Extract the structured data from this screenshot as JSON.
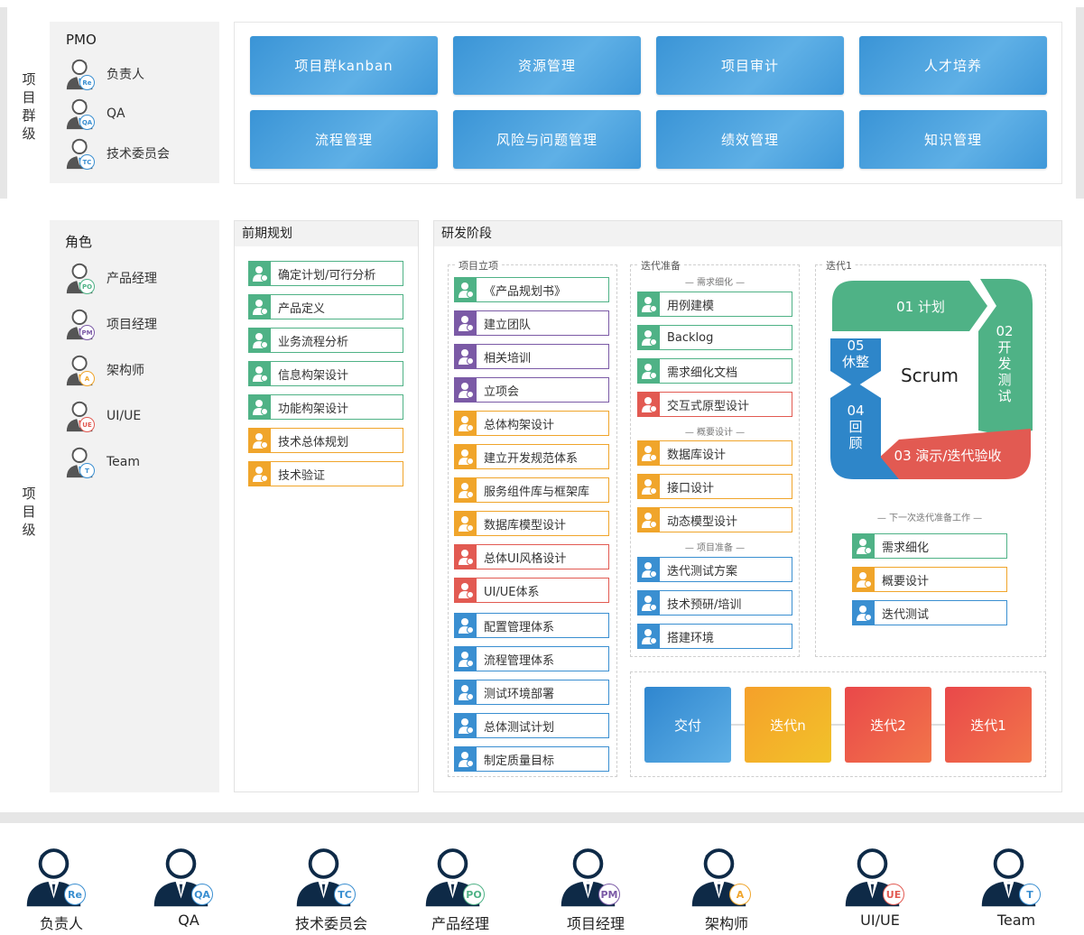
{
  "top": {
    "side_label": [
      "项",
      "目",
      "群",
      "级"
    ],
    "pmo_title": "PMO",
    "roles": [
      {
        "name": "负责人",
        "badge": "Re"
      },
      {
        "name": "QA",
        "badge": "QA"
      },
      {
        "name": "技术委员会",
        "badge": "TC"
      }
    ],
    "modules_row1": [
      "项目群kanban",
      "资源管理",
      "项目审计",
      "人才培养"
    ],
    "modules_row2": [
      "流程管理",
      "风险与问题管理",
      "绩效管理",
      "知识管理"
    ]
  },
  "middle": {
    "side_label": [
      "项",
      "目",
      "级"
    ],
    "roles_title": "角色",
    "roles": [
      {
        "name": "产品经理",
        "badge": "PO",
        "color": "#4fb286"
      },
      {
        "name": "项目经理",
        "badge": "PM",
        "color": "#7b5aa6"
      },
      {
        "name": "架构师",
        "badge": "A",
        "color": "#f0a52b"
      },
      {
        "name": "UI/UE",
        "badge": "UE",
        "color": "#e25a52"
      },
      {
        "name": "Team",
        "badge": "T",
        "color": "#3a8fd1"
      }
    ],
    "planning": {
      "title": "前期规划",
      "items": [
        {
          "label": "确定计划/可行分析",
          "color": "green"
        },
        {
          "label": "产品定义",
          "color": "green"
        },
        {
          "label": "业务流程分析",
          "color": "green"
        },
        {
          "label": "信息构架设计",
          "color": "green"
        },
        {
          "label": "功能构架设计",
          "color": "green"
        },
        {
          "label": "技术总体规划",
          "color": "orange"
        },
        {
          "label": "技术验证",
          "color": "orange"
        }
      ]
    },
    "rd": {
      "title": "研发阶段",
      "kickoff_title": "项目立项",
      "kickoff_items": [
        {
          "label": "《产品规划书》",
          "color": "green"
        },
        {
          "label": "建立团队",
          "color": "purple"
        },
        {
          "label": "相关培训",
          "color": "purple"
        },
        {
          "label": "立项会",
          "color": "purple"
        },
        {
          "label": "总体构架设计",
          "color": "orange"
        },
        {
          "label": "建立开发规范体系",
          "color": "orange"
        },
        {
          "label": "服务组件库与框架库",
          "color": "orange"
        },
        {
          "label": "数据库模型设计",
          "color": "orange"
        },
        {
          "label": "总体UI风格设计",
          "color": "red"
        },
        {
          "label": "UI/UE体系",
          "color": "red"
        },
        {
          "label": "配置管理体系",
          "color": "blue"
        },
        {
          "label": "流程管理体系",
          "color": "blue"
        },
        {
          "label": "测试环境部署",
          "color": "blue"
        },
        {
          "label": "总体测试计划",
          "color": "blue"
        },
        {
          "label": "制定质量目标",
          "color": "blue"
        }
      ],
      "prep_title": "迭代准备",
      "prep_sub1": "— 需求细化 —",
      "prep_group1": [
        {
          "label": "用例建模",
          "color": "green"
        },
        {
          "label": "Backlog",
          "color": "green"
        },
        {
          "label": "需求细化文档",
          "color": "green"
        },
        {
          "label": "交互式原型设计",
          "color": "red"
        }
      ],
      "prep_sub2": "— 概要设计 —",
      "prep_group2": [
        {
          "label": "数据库设计",
          "color": "orange"
        },
        {
          "label": "接口设计",
          "color": "orange"
        },
        {
          "label": "动态模型设计",
          "color": "orange"
        }
      ],
      "prep_sub3": "— 项目准备 —",
      "prep_group3": [
        {
          "label": "迭代测试方案",
          "color": "blue"
        },
        {
          "label": "技术预研/培训",
          "color": "blue"
        },
        {
          "label": "搭建环境",
          "color": "blue"
        }
      ],
      "iter_title": "迭代1",
      "scrum": {
        "center": "Scrum",
        "s1": "01 计划",
        "s2": "02 开发 测试",
        "s3": "03 演示/迭代验收",
        "s4": "04 回顾",
        "s5": "05 休整"
      },
      "next_title": "— 下一次迭代准备工作 —",
      "next_items": [
        {
          "label": "需求细化",
          "color": "green"
        },
        {
          "label": "概要设计",
          "color": "orange"
        },
        {
          "label": "迭代测试",
          "color": "blue"
        }
      ],
      "flow": [
        "交付",
        "迭代n",
        "迭代2",
        "迭代1"
      ]
    }
  },
  "bottom": {
    "roles": [
      {
        "name": "负责人",
        "badge": "Re",
        "color": "#3a8fd1"
      },
      {
        "name": "QA",
        "badge": "QA",
        "color": "#3a8fd1"
      },
      {
        "name": "技术委员会",
        "badge": "TC",
        "color": "#3a8fd1"
      },
      {
        "name": "产品经理",
        "badge": "PO",
        "color": "#4fb286"
      },
      {
        "name": "项目经理",
        "badge": "PM",
        "color": "#7b5aa6"
      },
      {
        "name": "架构师",
        "badge": "A",
        "color": "#f0a52b"
      },
      {
        "name": "UI/UE",
        "badge": "UE",
        "color": "#e25a52"
      },
      {
        "name": "Team",
        "badge": "T",
        "color": "#3a8fd1"
      }
    ]
  }
}
